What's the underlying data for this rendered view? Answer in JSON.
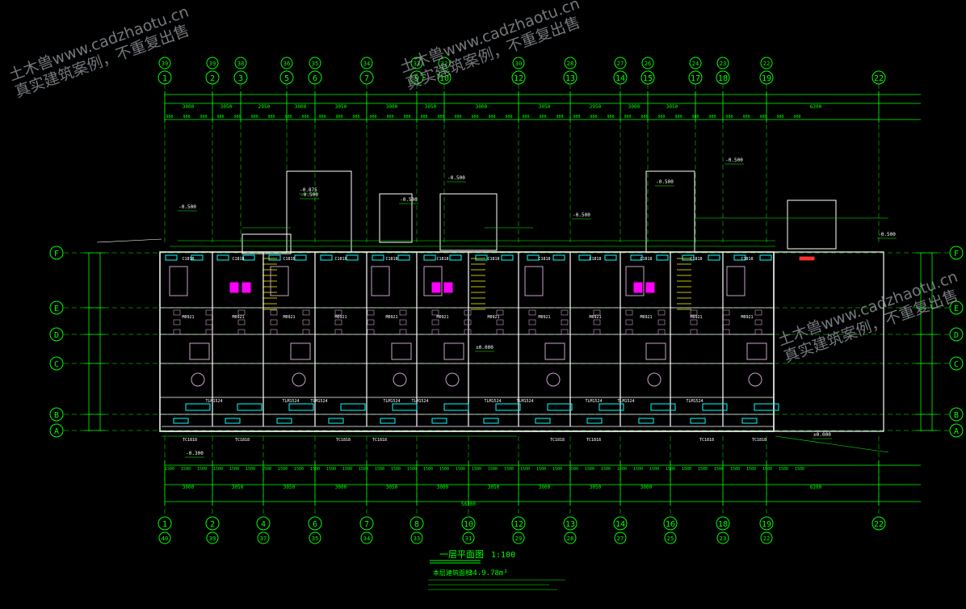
{
  "sheet": {
    "top_axis_numbers": [
      "1",
      "2",
      "3",
      "5",
      "6",
      "7",
      "9",
      "10",
      "12",
      "13",
      "14",
      "15",
      "17",
      "18",
      "19",
      "22"
    ],
    "top_axis_mirror": [
      "39",
      "39",
      "38",
      "36",
      "35",
      "34",
      "33",
      "32",
      "30",
      "28",
      "27",
      "26",
      "24",
      "23",
      "22"
    ],
    "bottom_axis_numbers": [
      "1",
      "2",
      "4",
      "6",
      "7",
      "8",
      "10",
      "12",
      "13",
      "14",
      "16",
      "18",
      "19",
      "22"
    ],
    "bottom_axis_mirror": [
      "40",
      "39",
      "37",
      "35",
      "34",
      "33",
      "31",
      "29",
      "28",
      "27",
      "25",
      "23",
      "22"
    ],
    "row_axes": [
      "F",
      "E",
      "D",
      "C",
      "B",
      "A"
    ],
    "room_labels": [
      "C1818",
      "C1818",
      "C1818",
      "C1818",
      "C1818",
      "C1818",
      "C1818",
      "C1818",
      "C1818",
      "C1818",
      "C1818",
      "C1818"
    ],
    "door_tags": [
      "M0921",
      "M0921",
      "M0921",
      "M0921",
      "M0921",
      "M0921",
      "M0921",
      "M0921",
      "M0921",
      "M0921",
      "M0921",
      "M0921"
    ],
    "window_tags": [
      "TLM1524",
      "TLM1524",
      "TLM1524",
      "TLM1524",
      "TLM1524",
      "TLM1524",
      "TLM1524",
      "TLM1524",
      "TLM1524",
      "TLM1524"
    ],
    "bottom_tags": [
      "TC1818",
      "TC1818",
      "TC1818",
      "TC1818",
      "TC1818",
      "TC1818",
      "TC1818",
      "TC1818"
    ],
    "dims_top": [
      "3000",
      "3050",
      "2950",
      "3000",
      "3050",
      "3000",
      "3050",
      "3000",
      "3050",
      "2950",
      "3000",
      "3050",
      "6200"
    ],
    "dims_bottom": [
      "3000",
      "3050",
      "3050",
      "3000",
      "3050",
      "3000",
      "3050",
      "3000",
      "3050",
      "3000",
      "6200"
    ],
    "total_dim": "56200",
    "level_marks": [
      "-0.500",
      "-0.500",
      "-0.875",
      "-0.500",
      "-0.500",
      "-0.500",
      "-0.300",
      "-0.500",
      "-0.500",
      "-0.500",
      "±0.000",
      "±0.000"
    ],
    "title": "一层平面图",
    "scale": "1:100",
    "area_label": "本层建筑面积",
    "area_value": "34.9.78m²"
  },
  "watermark": {
    "line1": "土木兽www.cadzhaotu.cn",
    "line2": "真实建筑案例，不重复出售"
  },
  "colors": {
    "grid": "#00ff00",
    "wall": "#ffffff",
    "dim": "#00ff00",
    "furniture": "#c8a0c8",
    "accent_cyan": "#00ffff",
    "accent_yellow": "#ffff00",
    "accent_magenta": "#ff00ff",
    "red": "#ff3030"
  }
}
